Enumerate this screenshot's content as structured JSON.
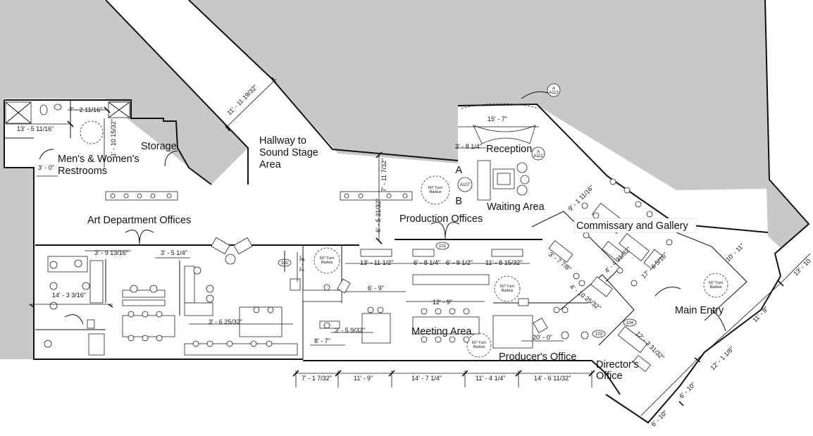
{
  "colors": {
    "exterior": "#c8c8c8",
    "wall": "#111111",
    "background": "#ffffff"
  },
  "rooms": {
    "restrooms": "Men's & Women's\nRestrooms",
    "storage": "Storage",
    "hallway": "Hallway to\nSound Stage\nArea",
    "reception": "Reception",
    "waiting": "Waiting Area",
    "commissary": "Commissary and Gallery",
    "art_dept": "Art Department Offices",
    "production": "Production Offices",
    "meeting": "Meeting Area",
    "producer": "Producer's Office",
    "director": "Director's\nOffice",
    "main_entry": "Main Entry"
  },
  "dimensions": {
    "d_11_11": "11' - 11 19/32\"",
    "d_13_5": "13' - 5 11/16\"",
    "d_7_2": "7' - 2 11/16\"",
    "d_1_10": "1' - 10 15/32\"",
    "d_3_0": "3' - 0\"",
    "d_15_7": "15' - 7\"",
    "d_3_8": "3' - 8 1/4\"",
    "d_7_11": "7' - 11 7/32\"",
    "d_6_5": "6' - 5 31/32\"",
    "d_9_1": "9' - 1 11/16\"",
    "d_4_4": "4' - 4 31/32\"",
    "d_17_6": "17' - 6 5/16\"",
    "d_10_11": "10' - 11\"",
    "d_13_10": "13' - 10",
    "d_3_9": "3' - 9 13/16\"",
    "d_3_5": "3' - 5 1/4\"",
    "d_7_3": "7' - 3\"",
    "d_13_11": "13' - 11 1/2\"",
    "d_6_8": "6' - 8 1/4\"",
    "d_6_9_half": "6' - 9 1/2\"",
    "d_11_8": "11' - 8 15/32\"",
    "d_3_7": "3' - 7 7/8\"",
    "d_4_10": "4' - 10 25/32\"",
    "d_14_3": "14' - 3 3/16\"",
    "d_3_6": "3' - 6 25/32\"",
    "d_6_9": "6' - 9\"",
    "d_12_9": "12' - 9\"",
    "d_3_5b": "3' - 5 9/32\"",
    "d_8_7": "8' - 7\"",
    "d_20_0": "20' - 0\"",
    "d_12_3": "12' - 3 31/32\"",
    "d_11_9_diag": "11' - 9\"",
    "d_12_1": "12' - 1 1/8\"",
    "d_6_10a": "6' - 10\"",
    "d_6_10b": "6' - 10\"",
    "bottom": [
      "7' - 1 7/32\"",
      "11' - 9\"",
      "14' - 7 1/4\"",
      "11' - 4 1/4\"",
      "14' - 6 11/32\""
    ]
  },
  "tags": {
    "turn_radius": "60\" Turn\nRadius",
    "a107": "A107",
    "a112": "A\nA112",
    "a113": "A\nA113",
    "letter_a": "A",
    "letter_b": "B",
    "door_101": "101",
    "door_102": "102",
    "door_104": "104",
    "door_103": "103"
  }
}
